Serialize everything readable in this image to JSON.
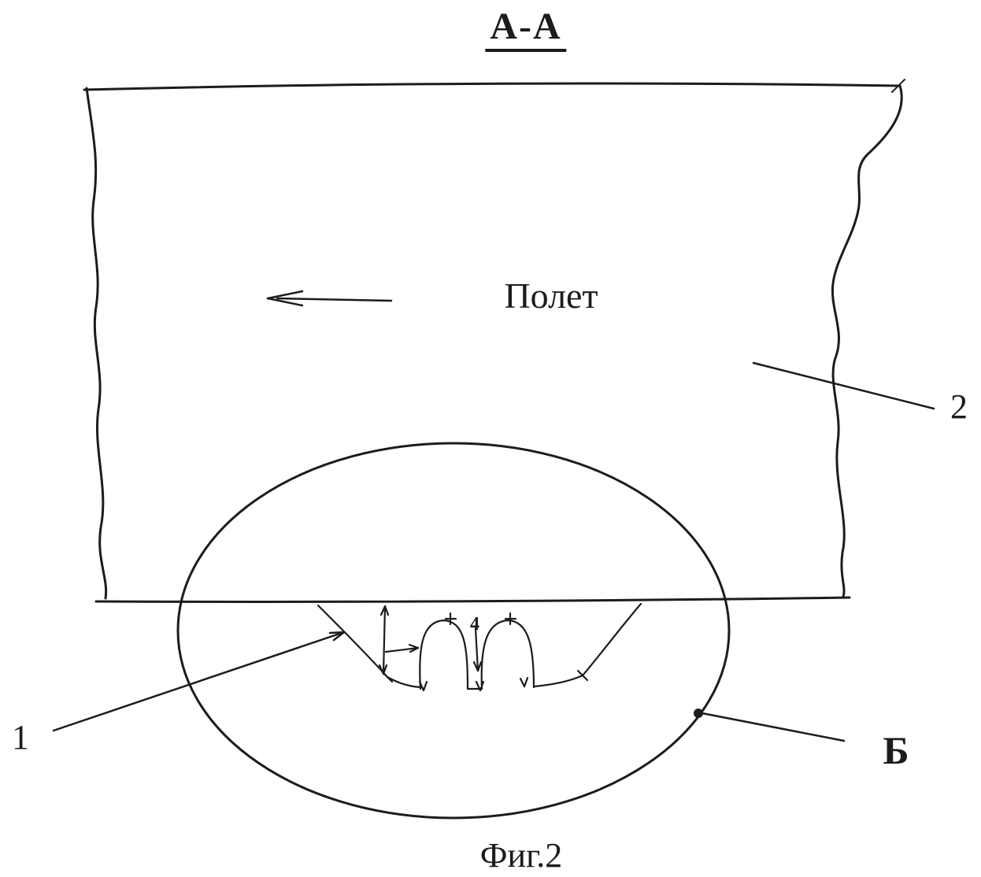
{
  "figure": {
    "section_title": "А-А",
    "flight_label": "Полет",
    "ref_1": "1",
    "ref_2": "2",
    "ref_b": "Б",
    "detail_dim": "4",
    "caption": "Фиг.2",
    "ink_color": "#1c1c1c",
    "background_color": "#ffffff"
  }
}
